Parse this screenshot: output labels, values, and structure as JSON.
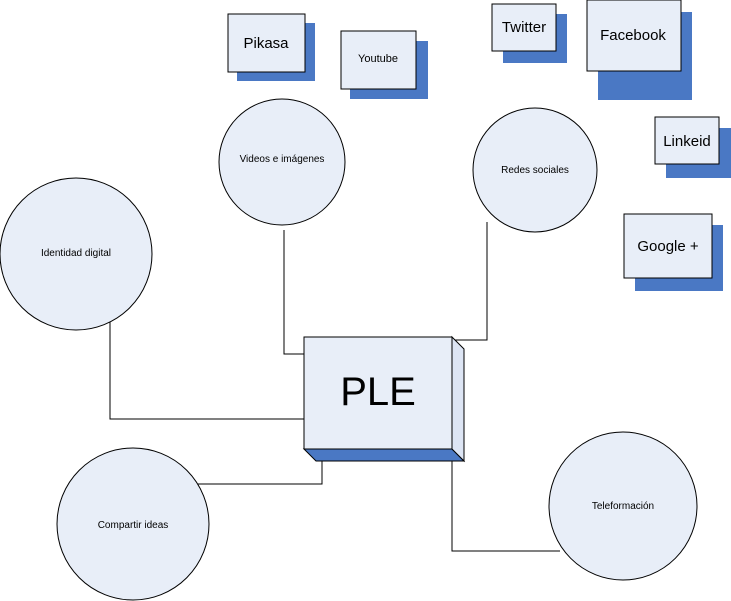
{
  "colors": {
    "node_fill": "#e8eef8",
    "shadow": "#4a78c4",
    "stroke": "#000000",
    "box_side": "#dde5f4"
  },
  "center": {
    "label": "PLE"
  },
  "circles": {
    "videos": "Videos e imágenes",
    "redes": "Redes sociales",
    "identidad": "Identidad digital",
    "compartir": "Compartir ideas",
    "teleformacion": "Teleformación"
  },
  "boxes": {
    "pikasa": "Pikasa",
    "youtube": "Youtube",
    "twitter": "Twitter",
    "facebook": "Facebook",
    "linkeid": "Linkeid",
    "google": "Google +"
  }
}
